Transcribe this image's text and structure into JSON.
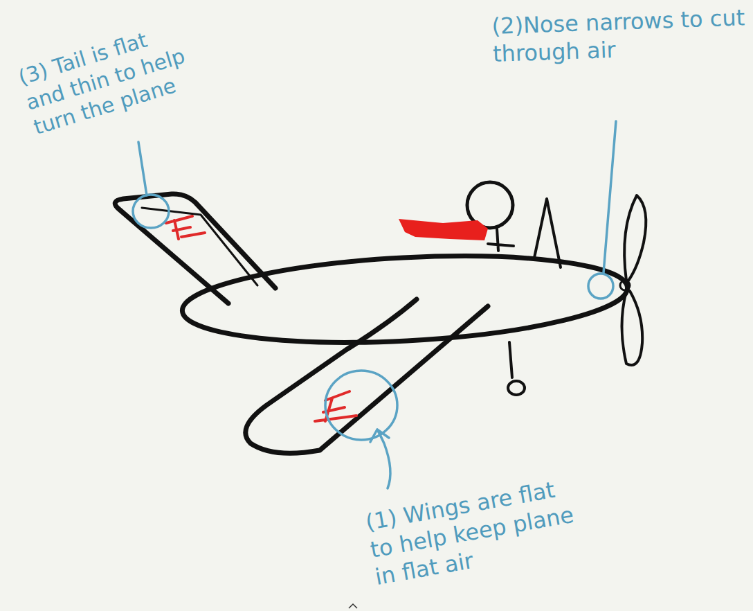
{
  "diagram": {
    "labels": [
      "(3) Tail is flat and thin to help turn the plane",
      "(2)Nose narrows to cut through air",
      "(1) Wings are flat to help keep plane in flat air"
    ]
  }
}
